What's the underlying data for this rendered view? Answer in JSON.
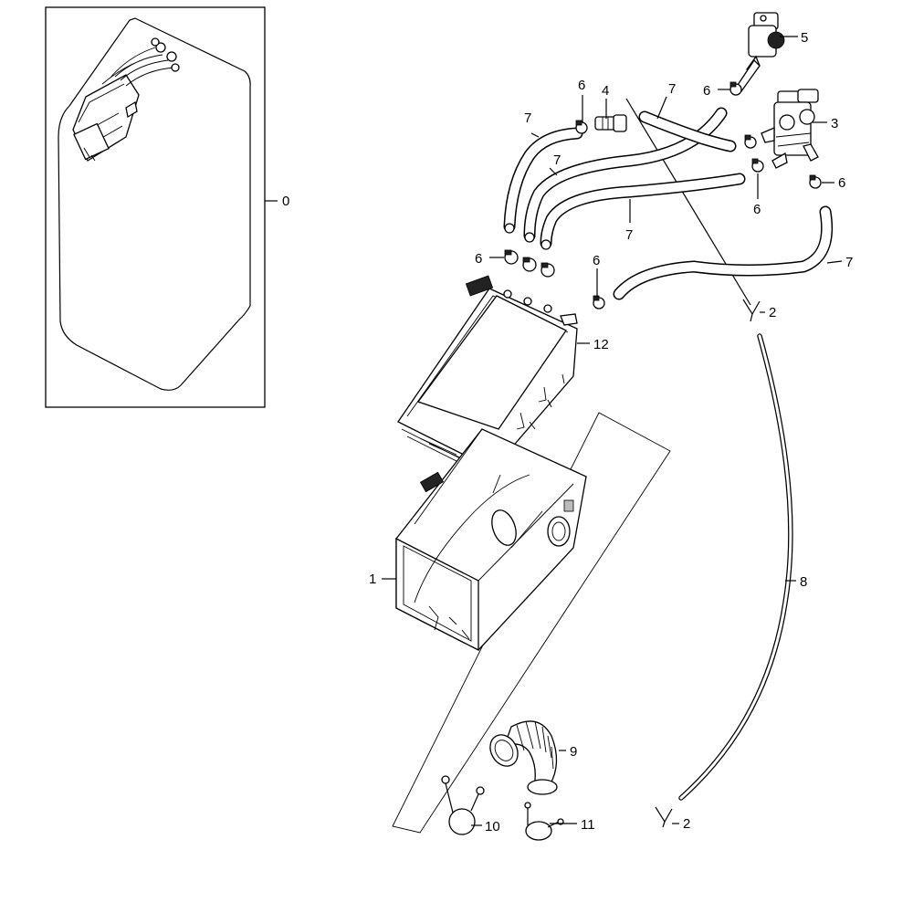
{
  "labels": {
    "l0": "0",
    "l1": "1",
    "l2a": "2",
    "l2b": "2",
    "l3": "3",
    "l4": "4",
    "l5": "5",
    "l6a": "6",
    "l6b": "6",
    "l6c": "6",
    "l6d": "6",
    "l6e": "6",
    "l6f": "6",
    "l7a": "7",
    "l7b": "7",
    "l7c": "7",
    "l7d": "7",
    "l7e": "7",
    "l8": "8",
    "l9": "9",
    "l10": "10",
    "l11": "11",
    "l12": "12"
  }
}
